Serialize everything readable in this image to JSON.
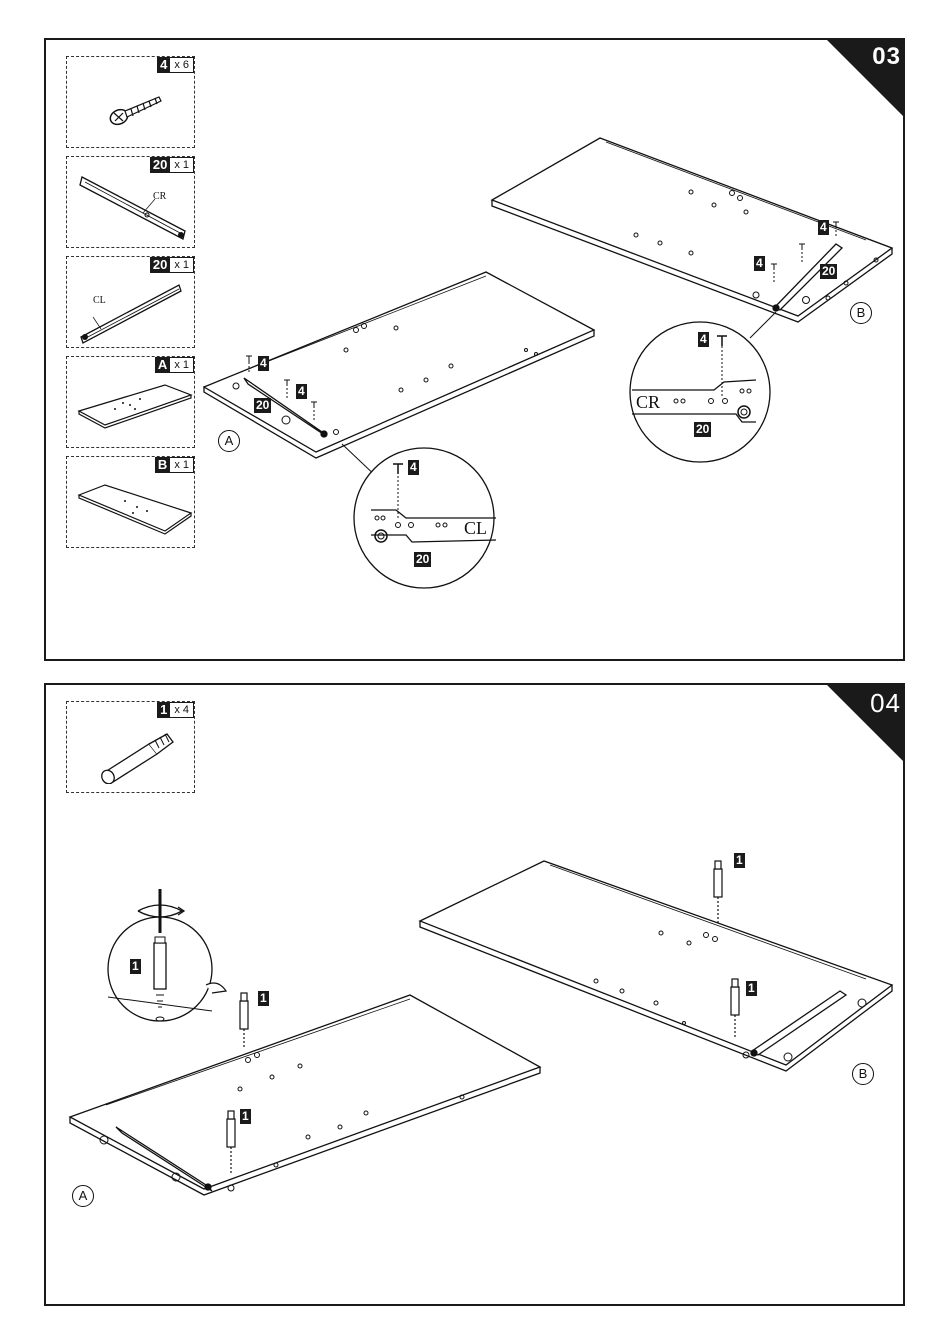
{
  "step03": {
    "number": "03",
    "parts": [
      {
        "id": "4",
        "qty": "x 6"
      },
      {
        "id": "20",
        "qty": "x 1",
        "note": "CR"
      },
      {
        "id": "20",
        "qty": "x 1",
        "note": "CL"
      },
      {
        "id": "A",
        "qty": "x 1"
      },
      {
        "id": "B",
        "qty": "x 1"
      }
    ],
    "panel_a": "A",
    "panel_b": "B",
    "callouts": {
      "screw": "4",
      "slide": "20",
      "left_text": "CL",
      "right_text": "CR"
    }
  },
  "step04": {
    "number": "04",
    "parts": [
      {
        "id": "1",
        "qty": "x 4"
      }
    ],
    "panel_a": "A",
    "panel_b": "B",
    "callout": "1"
  },
  "colors": {
    "ink": "#1a1a1a",
    "paper": "#ffffff"
  }
}
